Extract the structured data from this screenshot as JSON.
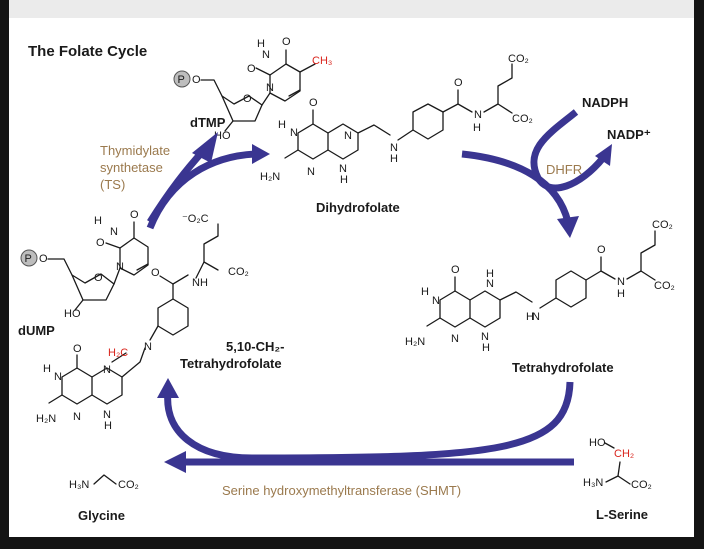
{
  "title": "The Folate Cycle",
  "compounds": {
    "dtmp": "dTMP",
    "dump": "dUMP",
    "dihydrofolate": "Dihydrofolate",
    "tetrahydrofolate": "Tetrahydrofolate",
    "methylene_thf_line1": "5,10-CH₂-",
    "methylene_thf_line2": "Tetrahydrofolate",
    "glycine": "Glycine",
    "serine": "L-Serine",
    "nadph": "NADPH",
    "nadp": "NADP⁺"
  },
  "enzymes": {
    "ts_line1": "Thymidylate",
    "ts_line2": "synthetase",
    "ts_line3": "(TS)",
    "dhfr": "DHFR",
    "shmt": "Serine hydroxymethyltransferase (SHMT)"
  },
  "labels": {
    "phosphate": "P",
    "methyl": "CH₃",
    "methylene": "H₂C",
    "hydroxymethyl": "CH₂",
    "ho": "HO",
    "h2n": "H₂N",
    "h3n": "H₃N",
    "co2": "CO₂",
    "co2_anion": "⁻O₂C",
    "n": "N",
    "nh": "NH",
    "h": "H",
    "o": "O"
  },
  "colors": {
    "arrow": "#3a3591",
    "enzyme_text": "#9b7a4e",
    "highlight": "#d9251d",
    "frame": "#141414"
  }
}
